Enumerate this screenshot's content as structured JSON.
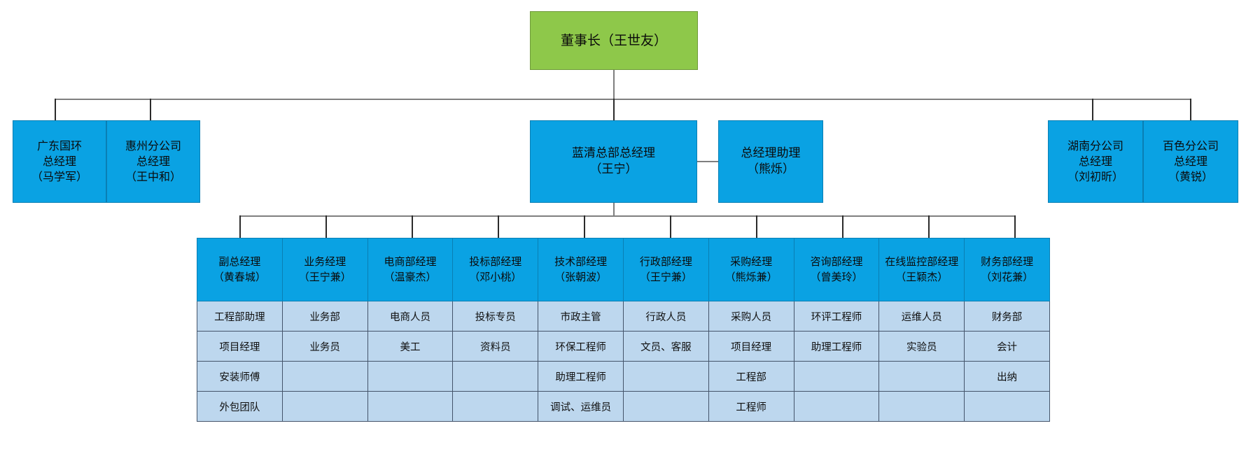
{
  "colors": {
    "chairman_fill": "#8ec84a",
    "manager_fill": "#0aa2e3",
    "staff_cell_fill": "#bdd7ee",
    "staff_cell_border": "#44546a",
    "connector_gray": "#7f7f7f",
    "connector_dark": "#2b2b2b"
  },
  "chairman": {
    "title": "董事长（王世友）"
  },
  "tier2": {
    "left": [
      {
        "label": "广东国环\n总经理\n（马学军）"
      },
      {
        "label": "惠州分公司\n总经理\n（王中和）"
      }
    ],
    "center": [
      {
        "label": "蓝清总部总经理\n（王宁）"
      },
      {
        "label": "总经理助理\n（熊烁）"
      }
    ],
    "right": [
      {
        "label": "湖南分公司\n总经理\n（刘初昕）"
      },
      {
        "label": "百色分公司\n总经理\n（黄锐）"
      }
    ]
  },
  "departments": {
    "headers": [
      "副总经理\n（黄春城）",
      "业务经理\n（王宁兼）",
      "电商部经理\n（温豪杰）",
      "投标部经理\n（邓小桃）",
      "技术部经理\n（张朝波）",
      "行政部经理\n（王宁兼）",
      "采购经理\n（熊烁兼）",
      "咨询部经理\n（曾美玲）",
      "在线监控部经理\n（王颖杰）",
      "财务部经理\n（刘花兼）"
    ],
    "rows": [
      [
        "工程部助理",
        "业务部",
        "电商人员",
        "投标专员",
        "市政主管",
        "行政人员",
        "采购人员",
        "环评工程师",
        "运维人员",
        "财务部"
      ],
      [
        "项目经理",
        "业务员",
        "美工",
        "资料员",
        "环保工程师",
        "文员、客服",
        "项目经理",
        "助理工程师",
        "实验员",
        "会计"
      ],
      [
        "安装师傅",
        "",
        "",
        "",
        "助理工程师",
        "",
        "工程部",
        "",
        "",
        "出纳"
      ],
      [
        "外包团队",
        "",
        "",
        "",
        "调试、运维员",
        "",
        "工程师",
        "",
        "",
        ""
      ]
    ]
  }
}
